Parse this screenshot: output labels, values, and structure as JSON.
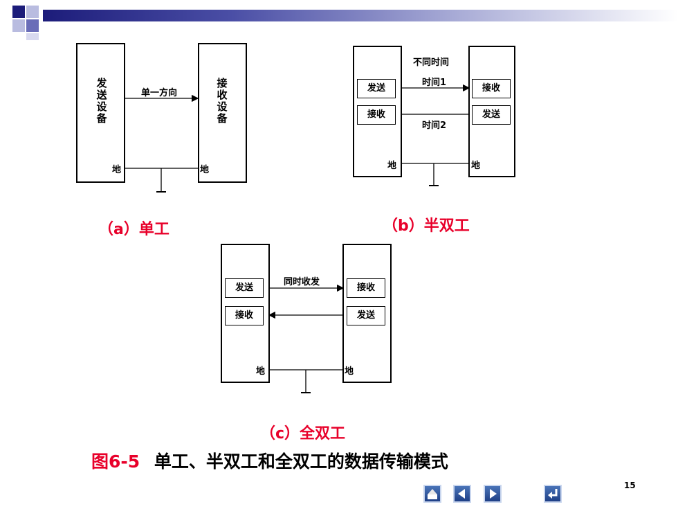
{
  "diagram_a": {
    "sender_label": "发送设备",
    "receiver_label": "接收设备",
    "direction_label": "单一方向",
    "ground_left": "地",
    "ground_right": "地",
    "caption": "（a）单工"
  },
  "diagram_b": {
    "header_label": "不同时间",
    "left_top": "发送",
    "left_bottom": "接收",
    "right_top": "接收",
    "right_bottom": "发送",
    "time1_label": "时间1",
    "time2_label": "时间2",
    "ground_left": "地",
    "ground_right": "地",
    "caption": "（b）半双工"
  },
  "diagram_c": {
    "header_label": "同时收发",
    "left_top": "发送",
    "left_bottom": "接收",
    "right_top": "接收",
    "right_bottom": "发送",
    "ground_left": "地",
    "ground_right": "地",
    "caption": "（c）全双工"
  },
  "figure_title": {
    "number": "图6-5",
    "text": "单工、半双工和全双工的数据传输模式"
  },
  "page_number": "15",
  "nav": {
    "home": "home-icon",
    "prev": "prev-icon",
    "next": "next-icon",
    "return": "return-icon"
  }
}
